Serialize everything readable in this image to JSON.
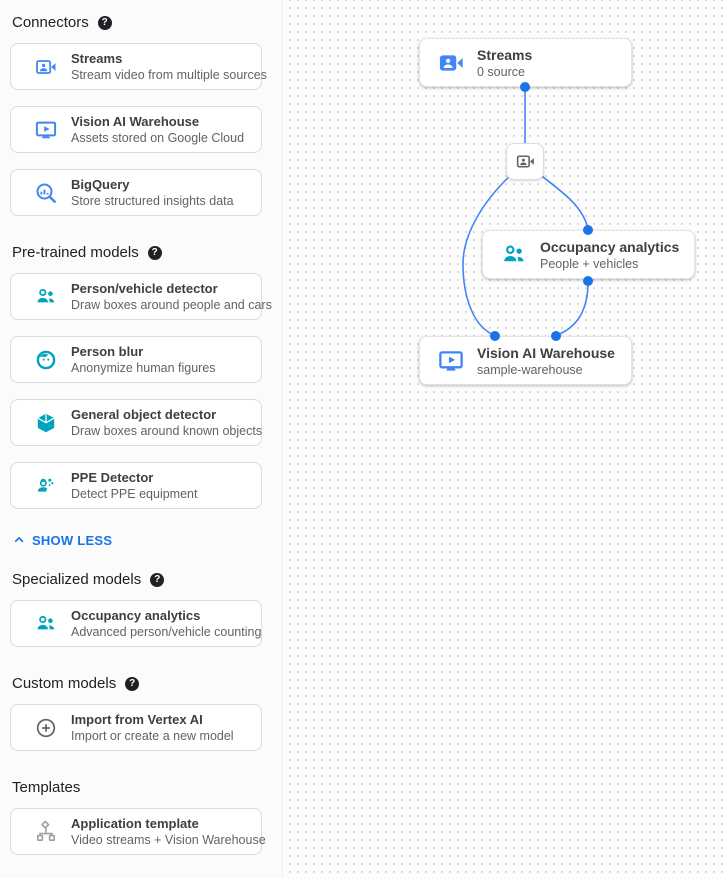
{
  "icons": {
    "help_glyph": "?"
  },
  "colors": {
    "blue": "#4285f4",
    "teal": "#00a4bd",
    "link_blue": "#1a73e8",
    "dot_blue": "#1a73e8",
    "gray_icon": "#5f6368",
    "light_gray_icon": "#9aa0a6"
  },
  "sidebar": {
    "show_less_label": "SHOW LESS",
    "sections": [
      {
        "title": "Connectors",
        "cards": [
          {
            "icon": "video-camera-icon",
            "title": "Streams",
            "subtitle": "Stream video from multiple sources"
          },
          {
            "icon": "warehouse-monitor-icon",
            "title": "Vision AI Warehouse",
            "subtitle": "Assets stored on Google Cloud"
          },
          {
            "icon": "bigquery-icon",
            "title": "BigQuery",
            "subtitle": "Store structured insights data"
          }
        ]
      },
      {
        "title": "Pre-trained models",
        "cards": [
          {
            "icon": "people-icon",
            "title": "Person/vehicle detector",
            "subtitle": "Draw boxes around people and cars"
          },
          {
            "icon": "person-blur-icon",
            "title": "Person blur",
            "subtitle": "Anonymize human figures"
          },
          {
            "icon": "cube-icon",
            "title": "General object detector",
            "subtitle": "Draw boxes around known objects"
          },
          {
            "icon": "ppe-icon",
            "title": "PPE Detector",
            "subtitle": "Detect PPE equipment"
          }
        ]
      },
      {
        "title": "Specialized models",
        "cards": [
          {
            "icon": "people-icon",
            "title": "Occupancy analytics",
            "subtitle": "Advanced person/vehicle counting"
          }
        ]
      },
      {
        "title": "Custom models",
        "cards": [
          {
            "icon": "plus-circle-icon",
            "title": "Import from Vertex AI",
            "subtitle": "Import or create a new model"
          }
        ]
      },
      {
        "title": "Templates",
        "cards": [
          {
            "icon": "tree-icon",
            "title": "Application template",
            "subtitle": "Video streams + Vision Warehouse"
          }
        ]
      }
    ]
  },
  "canvas": {
    "nodes": {
      "streams": {
        "title": "Streams",
        "subtitle": "0 source",
        "icon": "video-camera-icon"
      },
      "camera": {
        "icon": "video-camera-icon"
      },
      "occupancy": {
        "title": "Occupancy analytics",
        "subtitle": "People + vehicles",
        "icon": "people-icon"
      },
      "warehouse": {
        "title": "Vision AI Warehouse",
        "subtitle": "sample-warehouse",
        "icon": "warehouse-monitor-icon"
      }
    }
  }
}
